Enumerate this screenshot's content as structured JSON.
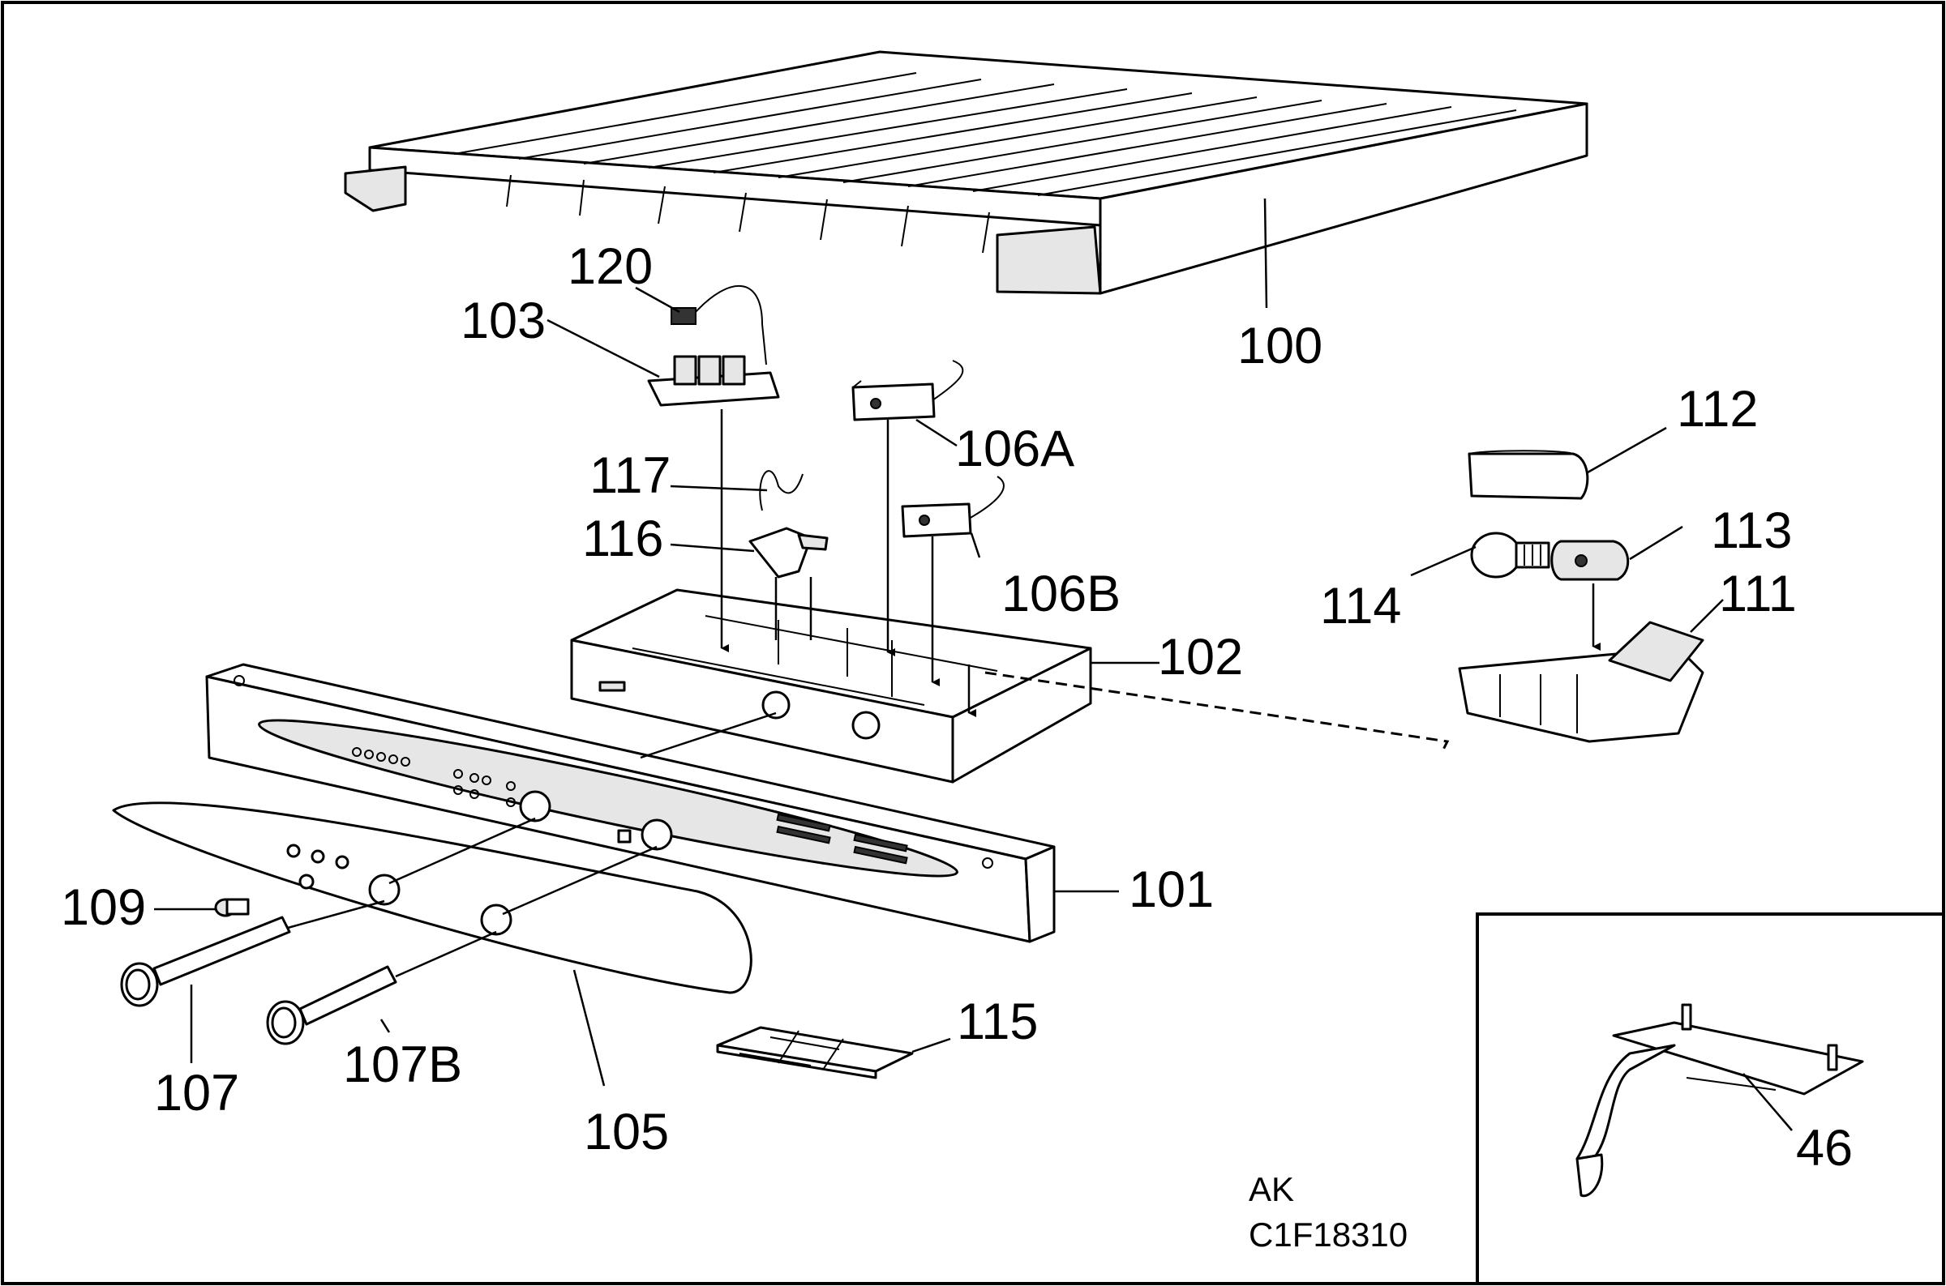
{
  "part_labels": {
    "p100": "100",
    "p101": "101",
    "p102": "102",
    "p103": "103",
    "p105": "105",
    "p106A": "106A",
    "p106B": "106B",
    "p107": "107",
    "p107B": "107B",
    "p109": "109",
    "p111": "111",
    "p112": "112",
    "p113": "113",
    "p114": "114",
    "p115": "115",
    "p116": "116",
    "p117": "117",
    "p120": "120",
    "p46": "46"
  },
  "drawing_codes": {
    "line1": "AK",
    "line2": "C1F18310"
  }
}
